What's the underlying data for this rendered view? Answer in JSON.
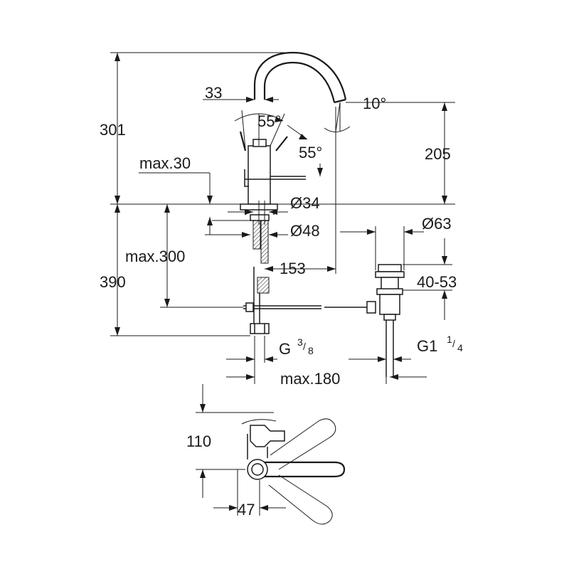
{
  "dimensions": {
    "d301": "301",
    "d33": "33",
    "d55a": "55°",
    "d55b": "55°",
    "d10": "10°",
    "d205": "205",
    "max30": "max.30",
    "dia34": "Ø34",
    "dia48": "Ø48",
    "dia63": "Ø63",
    "max300": "max.300",
    "d390": "390",
    "d153": "153",
    "d40_53": "40-53",
    "g38_base": "G",
    "g38_num": "3",
    "g38_den": "8",
    "g114_base": "G1",
    "g114_num": "1",
    "g114_den": "4",
    "max180": "max.180",
    "d110": "110",
    "d47": "47"
  }
}
